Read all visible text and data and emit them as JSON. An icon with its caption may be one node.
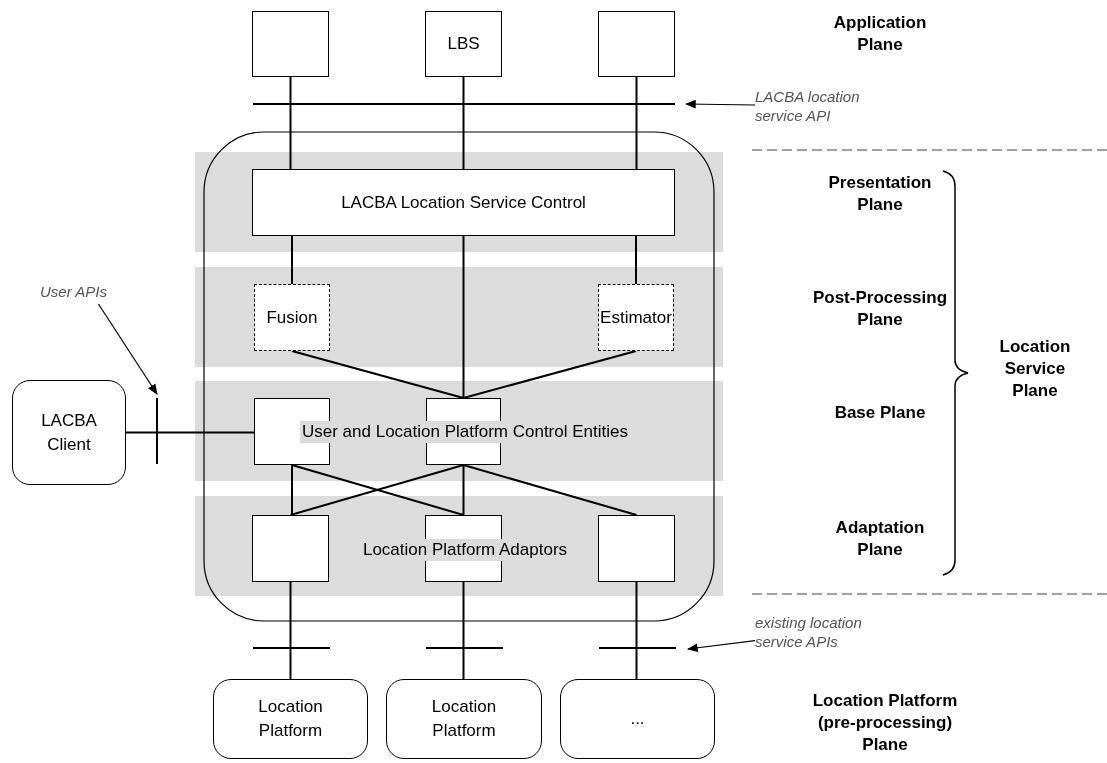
{
  "diagram": {
    "nodes": [
      {
        "text": [],
        "shape": "box"
      },
      {
        "text": [
          "LBS"
        ]
      },
      {
        "text": [],
        "shape": "box"
      },
      {
        "text": [
          "LACBA location service API"
        ]
      },
      {
        "text": [
          "LACBA Location Service Control"
        ]
      },
      {
        "text": [
          "User APIs"
        ]
      },
      {
        "text": [
          "Fusion"
        ]
      },
      {
        "text": [
          "Estimator"
        ]
      },
      {
        "text": [
          "LACBA Client"
        ]
      },
      {
        "text": [],
        "shape": "box"
      },
      {
        "text": [],
        "shape": "box"
      },
      {
        "text": [],
        "shape": "box"
      },
      {
        "text": [],
        "shape": "box"
      },
      {
        "text": [],
        "shape": "box"
      },
      {
        "text": [
          "existing location service APIs"
        ]
      },
      {
        "text": [
          "Location Platform"
        ]
      },
      {
        "text": [
          "Location Platform"
        ]
      },
      {
        "text": [
          "..."
        ]
      }
    ],
    "edges": [
      {
        "from": 0,
        "to": 4,
        "arrow": "none"
      },
      {
        "from": 1,
        "to": 4,
        "arrow": "none"
      },
      {
        "from": 2,
        "to": 4,
        "arrow": "none"
      },
      {
        "from": 4,
        "to": 6,
        "arrow": "none"
      },
      {
        "from": 4,
        "to": 10,
        "arrow": "none"
      },
      {
        "from": 4,
        "to": 7,
        "arrow": "none"
      },
      {
        "from": 6,
        "to": 10,
        "arrow": "none"
      },
      {
        "from": 7,
        "to": 10,
        "arrow": "none"
      },
      {
        "from": 8,
        "to": 9,
        "arrow": "none"
      },
      {
        "from": 9,
        "to": 11,
        "arrow": "none"
      },
      {
        "from": 9,
        "to": 12,
        "arrow": "none"
      },
      {
        "from": 10,
        "to": 11,
        "arrow": "none"
      },
      {
        "from": 10,
        "to": 12,
        "arrow": "none"
      },
      {
        "from": 10,
        "to": 13,
        "arrow": "none"
      },
      {
        "from": 11,
        "to": 15,
        "arrow": "none"
      },
      {
        "from": 12,
        "to": 16,
        "arrow": "none"
      },
      {
        "from": 13,
        "to": 17,
        "arrow": "none"
      },
      {
        "from": 3,
        "to": null,
        "arrow": "to"
      },
      {
        "from": 5,
        "to": null,
        "arrow": "to"
      },
      {
        "from": 14,
        "to": null,
        "arrow": "to"
      }
    ],
    "labels": [
      "User and Location Platform Control Entities",
      "Location Platform Adaptors",
      "Application Plane",
      "Presentation Plane",
      "Post-Processing Plane",
      "Base Plane",
      "Adaptation Plane",
      "Location Service Plane",
      "Location Platform (pre-processing) Plane"
    ]
  }
}
